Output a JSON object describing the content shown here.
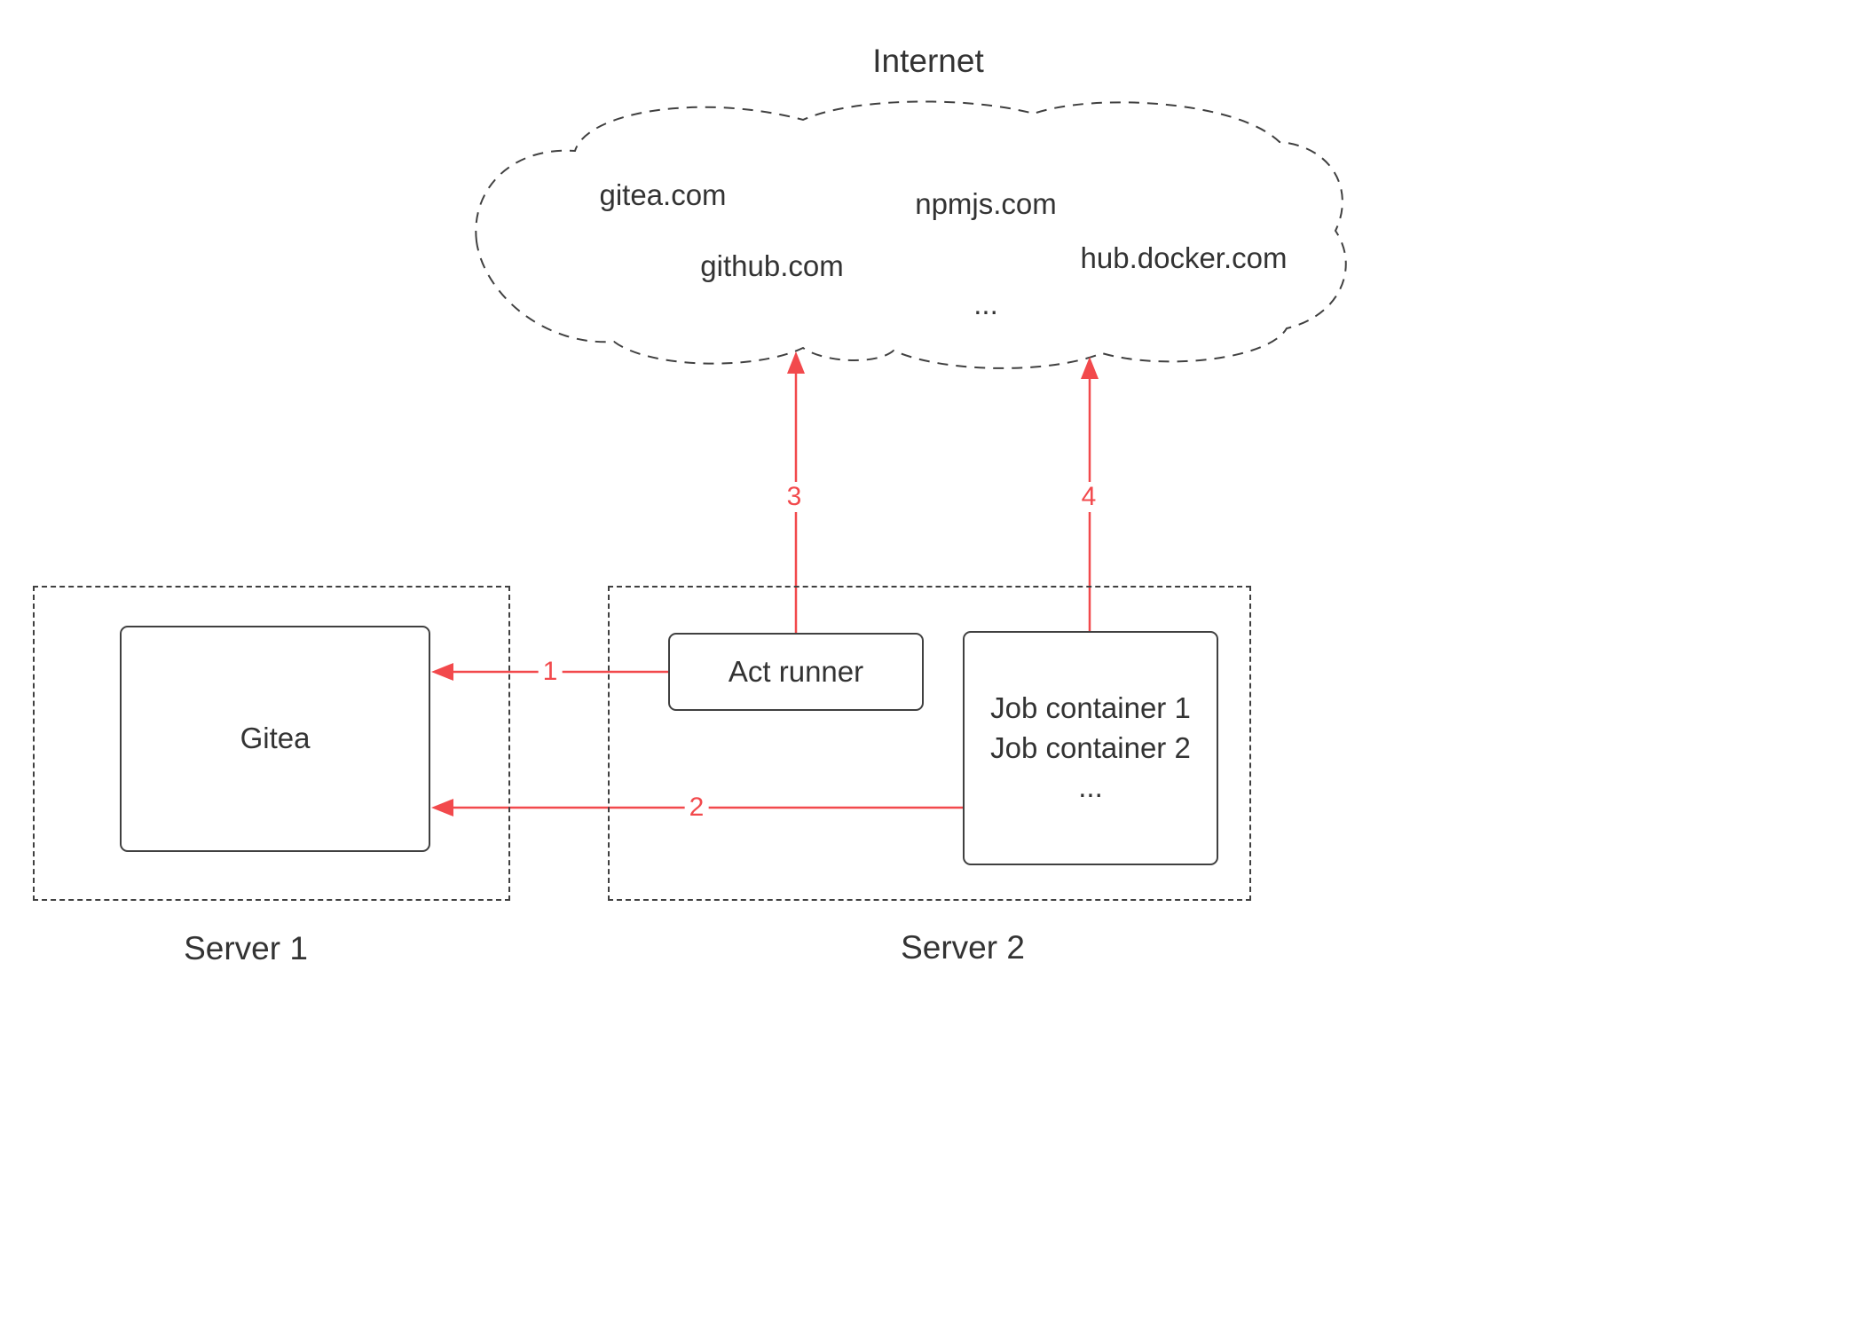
{
  "colors": {
    "arrow": "#f2494c",
    "text": "#333333",
    "line": "#404040"
  },
  "internet": {
    "title": "Internet",
    "sites": [
      "gitea.com",
      "github.com",
      "npmjs.com",
      "hub.docker.com",
      "..."
    ]
  },
  "server1": {
    "label": "Server 1",
    "gitea": "Gitea"
  },
  "server2": {
    "label": "Server 2",
    "act_runner": "Act runner",
    "job_containers": [
      "Job container 1",
      "Job container 2",
      "..."
    ]
  },
  "arrows": {
    "n1": "1",
    "n2": "2",
    "n3": "3",
    "n4": "4"
  }
}
